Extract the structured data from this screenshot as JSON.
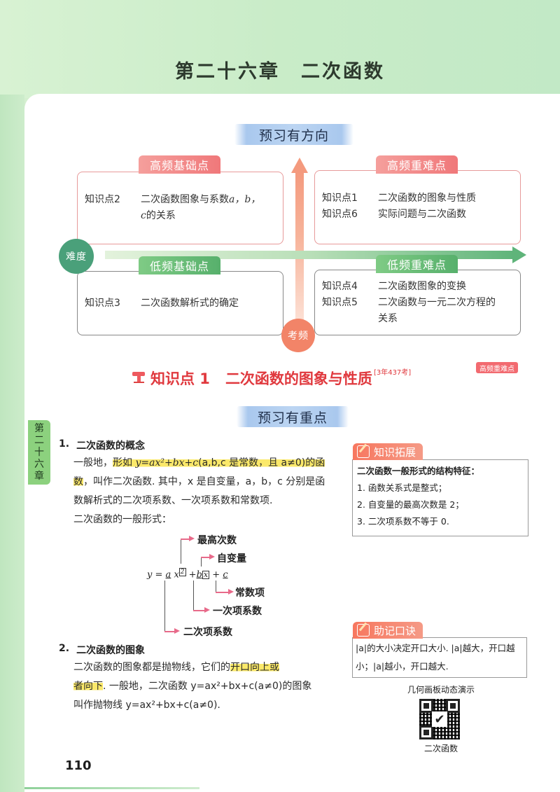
{
  "chapter": {
    "title": "第二十六章　二次函数",
    "side_tab": [
      "第",
      "二",
      "十",
      "六",
      "章"
    ]
  },
  "preview_direction": {
    "title": "预习有方向",
    "axis_x_label": "难度",
    "axis_y_label": "考频",
    "quadrants": {
      "high_basic": {
        "tag": "高频基础点",
        "items": [
          {
            "label": "知识点2",
            "text_pre": "二次函数图象与系数",
            "vars": "a，b，",
            "text_cont_var": "c",
            "text_cont": "的关系"
          }
        ]
      },
      "high_difficult": {
        "tag": "高频重难点",
        "items": [
          {
            "label": "知识点1",
            "text": "二次函数的图象与性质"
          },
          {
            "label": "知识点6",
            "text": "实际问题与二次函数"
          }
        ]
      },
      "low_basic": {
        "tag": "低频基础点",
        "items": [
          {
            "label": "知识点3",
            "text": "二次函数解析式的确定"
          }
        ]
      },
      "low_difficult": {
        "tag": "低频重难点",
        "items": [
          {
            "label": "知识点4",
            "text": "二次函数图象的变换"
          },
          {
            "label": "知识点5",
            "text": "二次函数与一元二次方程的",
            "text_cont": "关系"
          }
        ]
      }
    }
  },
  "knowledge_point": {
    "label": "知识点 1",
    "title": "二次函数的图象与性质",
    "exam_count": "[3年437考]",
    "badge": "高频重难点"
  },
  "preview_focus": {
    "title": "预习有重点"
  },
  "section1": {
    "number": "1.",
    "heading": "二次函数的概念",
    "p1_a": "一般地，",
    "p1_hl_a": "形如 ",
    "p1_formula": "y=ax²+bx+c",
    "p1_hl_b": "(a,b,c 是常数，且 a≠0)的函",
    "p1_hl_c": "数",
    "p1_b": "，叫作二次函数. 其中，x 是自变量，a，b，c 分别是函",
    "p1_c": "数解析式的二次项系数、一次项系数和常数项.",
    "p2": "二次函数的一般形式："
  },
  "diagram": {
    "formula_parts": {
      "y": "y",
      "eq": "=",
      "a": "a",
      "x": "x",
      "exp": "2",
      "plus1": "+",
      "b": "b",
      "xbox": "x",
      "plus2": "+",
      "c": "c"
    },
    "labels": {
      "highest_degree": "最高次数",
      "variable": "自变量",
      "constant": "常数项",
      "linear_coef": "一次项系数",
      "quadratic_coef": "二次项系数"
    }
  },
  "section2": {
    "number": "2.",
    "heading": "二次函数的图象",
    "l1_a": "二次函数的图象都是抛物线，它们的",
    "l1_hl": "开口向上或",
    "l2_hl": "者向下",
    "l2_b": ". 一般地，二次函数 y=ax²+bx+c(a≠0)的图象",
    "l3": "叫作抛物线 y=ax²+bx+c(a≠0)."
  },
  "extension_box": {
    "tag": "知识拓展",
    "heading": "二次函数一般形式的结构特征：",
    "items": [
      "1.  函数关系式是整式；",
      "2.  自变量的最高次数是 2；",
      "3.  二次项系数不等于 0."
    ]
  },
  "mnemonic_box": {
    "tag": "助记口诀",
    "line1": "|a|的大小决定开口大小. |a|越大，开口越",
    "line2": "小；|a|越小，开口越大."
  },
  "qr": {
    "caption_top": "几何画板动态演示",
    "caption_bottom": "二次函数"
  },
  "page_number": "110",
  "colors": {
    "accent_red": "#e0393e",
    "tag_red": "#f0787a",
    "tag_green": "#57b06c",
    "highlight": "#fbe96a",
    "header_green": "#cdecc9"
  }
}
